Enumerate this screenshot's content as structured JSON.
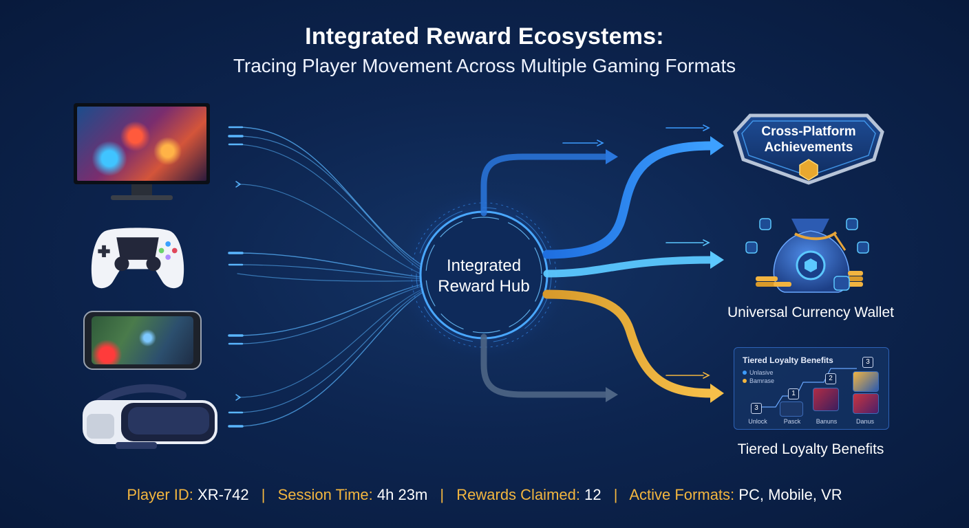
{
  "header": {
    "title": "Integrated Reward Ecosystems:",
    "subtitle": "Tracing Player Movement Across Multiple Gaming Formats"
  },
  "hub": {
    "line1": "Integrated",
    "line2": "Reward Hub"
  },
  "outputs": {
    "achievements": {
      "line1": "Cross-Platform",
      "line2": "Achievements"
    },
    "wallet": {
      "label": "Universal Currency Wallet"
    },
    "loyalty": {
      "label": "Tiered Loyalty Benefits",
      "card_title": "Tiered Loyalty Benefits",
      "legend": [
        "Unlasive",
        "Bamrase"
      ],
      "tiers": [
        {
          "num": "3",
          "caption": "Unlock"
        },
        {
          "num": "1",
          "caption": "Pasck"
        },
        {
          "num": "2",
          "caption": "Banuns"
        },
        {
          "num": "3",
          "caption": "Danus"
        }
      ]
    }
  },
  "footer": {
    "player_id_label": "Player ID:",
    "player_id": "XR-742",
    "session_label": "Session Time:",
    "session": "4h 23m",
    "rewards_label": "Rewards Claimed:",
    "rewards": "12",
    "formats_label": "Active Formats:",
    "formats": "PC, Mobile, VR"
  },
  "colors": {
    "background": "#0d2550",
    "blue_stream": "#2f8cff",
    "cyan_stream": "#5cc8ff",
    "gold_stream": "#f3b63f",
    "gray_stream": "#5a6f8c",
    "accent_gold": "#f3b63f"
  },
  "icons": [
    "monitor-icon",
    "gamepad-icon",
    "smartphone-icon",
    "vr-headset-icon",
    "shield-badge-icon",
    "coin-bag-icon"
  ]
}
